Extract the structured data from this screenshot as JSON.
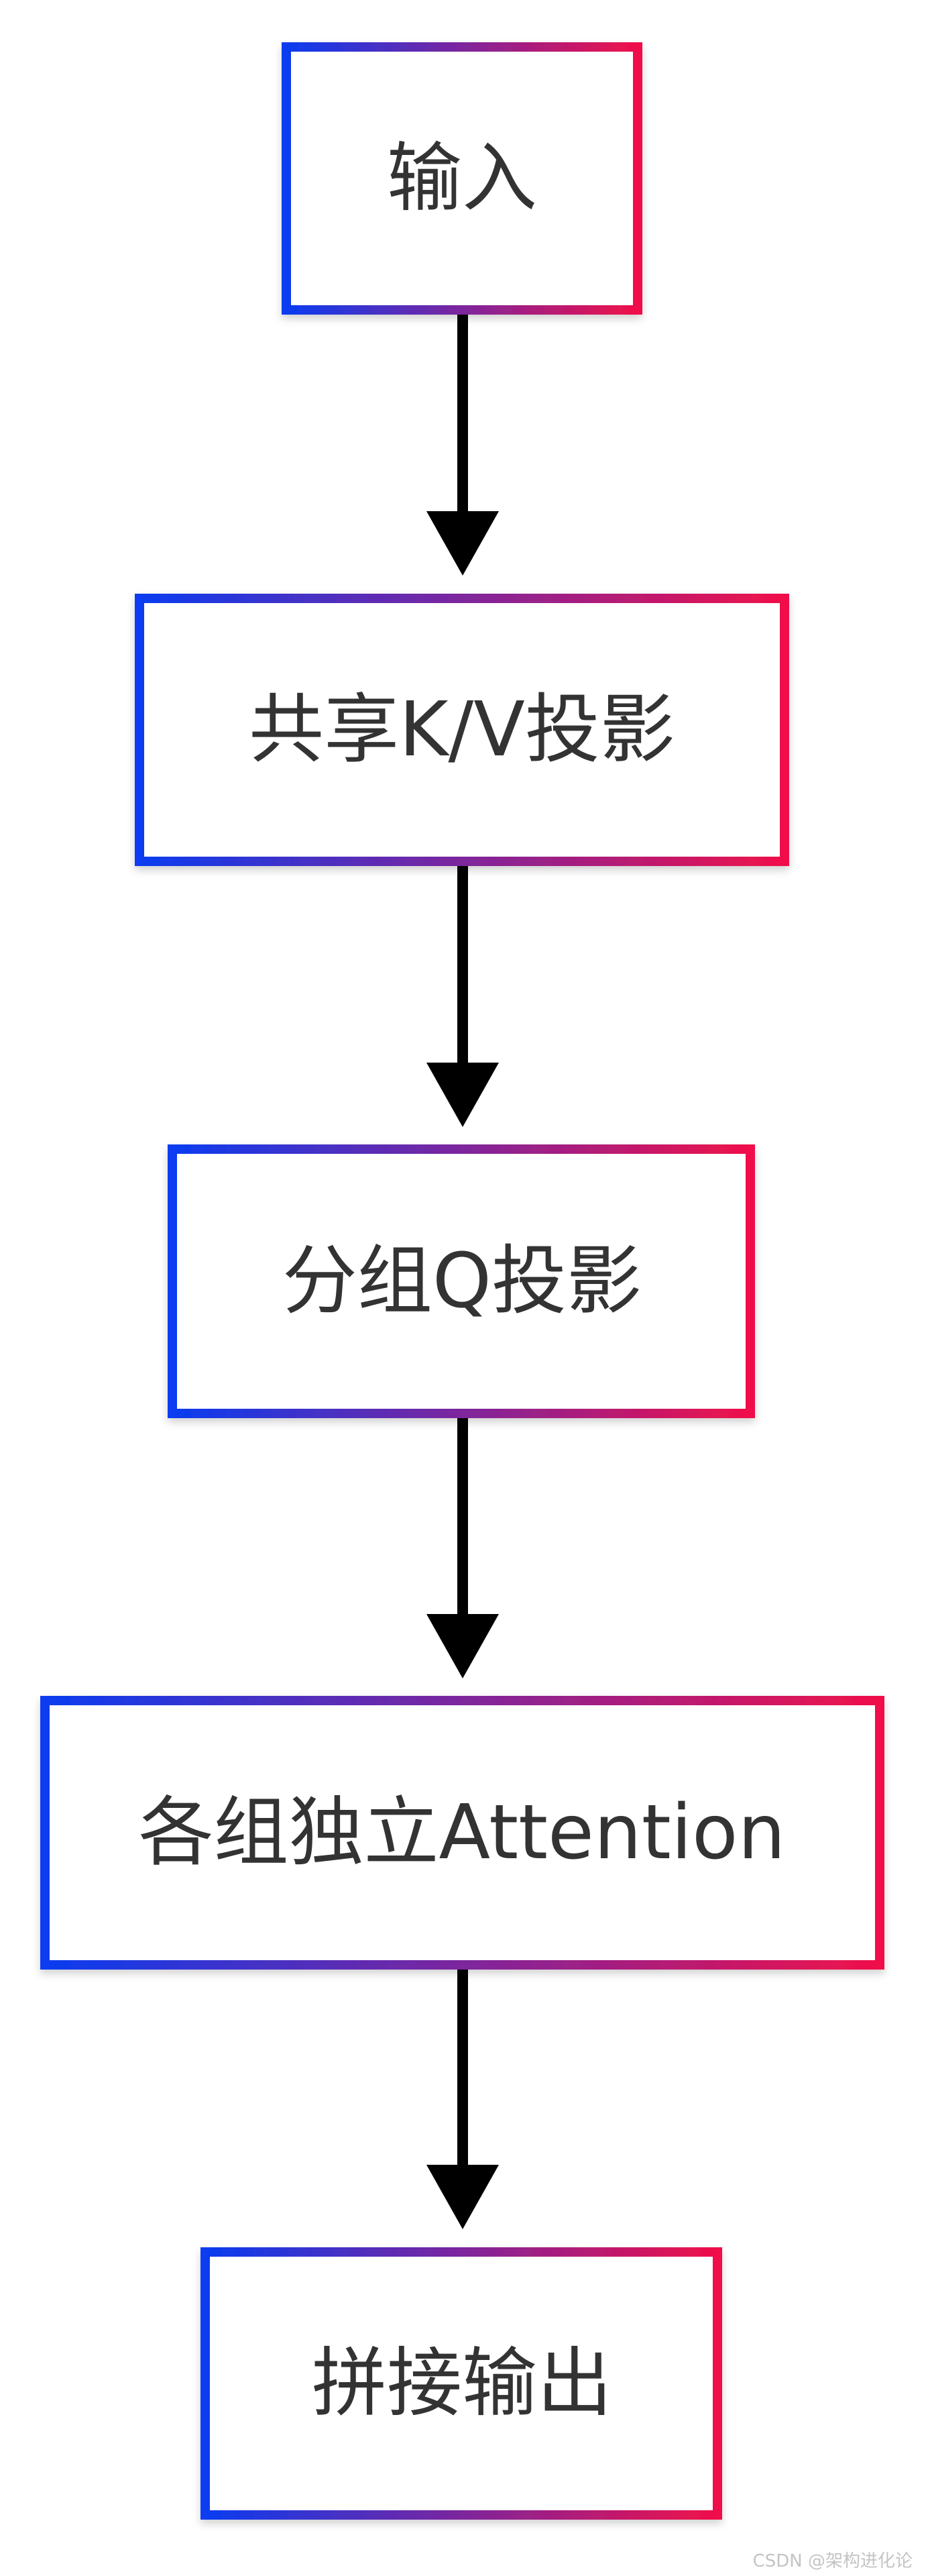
{
  "nodes": [
    {
      "id": "input",
      "label": "输入"
    },
    {
      "id": "shared-kv",
      "label": "共享K/V投影"
    },
    {
      "id": "grouped-q",
      "label": "分组Q投影"
    },
    {
      "id": "group-attention",
      "label": "各组独立Attention"
    },
    {
      "id": "concat-output",
      "label": "拼接输出"
    }
  ],
  "edges": [
    {
      "from": "input",
      "to": "shared-kv"
    },
    {
      "from": "shared-kv",
      "to": "grouped-q"
    },
    {
      "from": "grouped-q",
      "to": "group-attention"
    },
    {
      "from": "group-attention",
      "to": "concat-output"
    }
  ],
  "colors": {
    "border_start": "#0a3cf0",
    "border_end": "#f0104a",
    "node_fill": "#ffffff",
    "text": "#333333",
    "arrow": "#000000"
  },
  "watermark": "CSDN @架构进化论"
}
